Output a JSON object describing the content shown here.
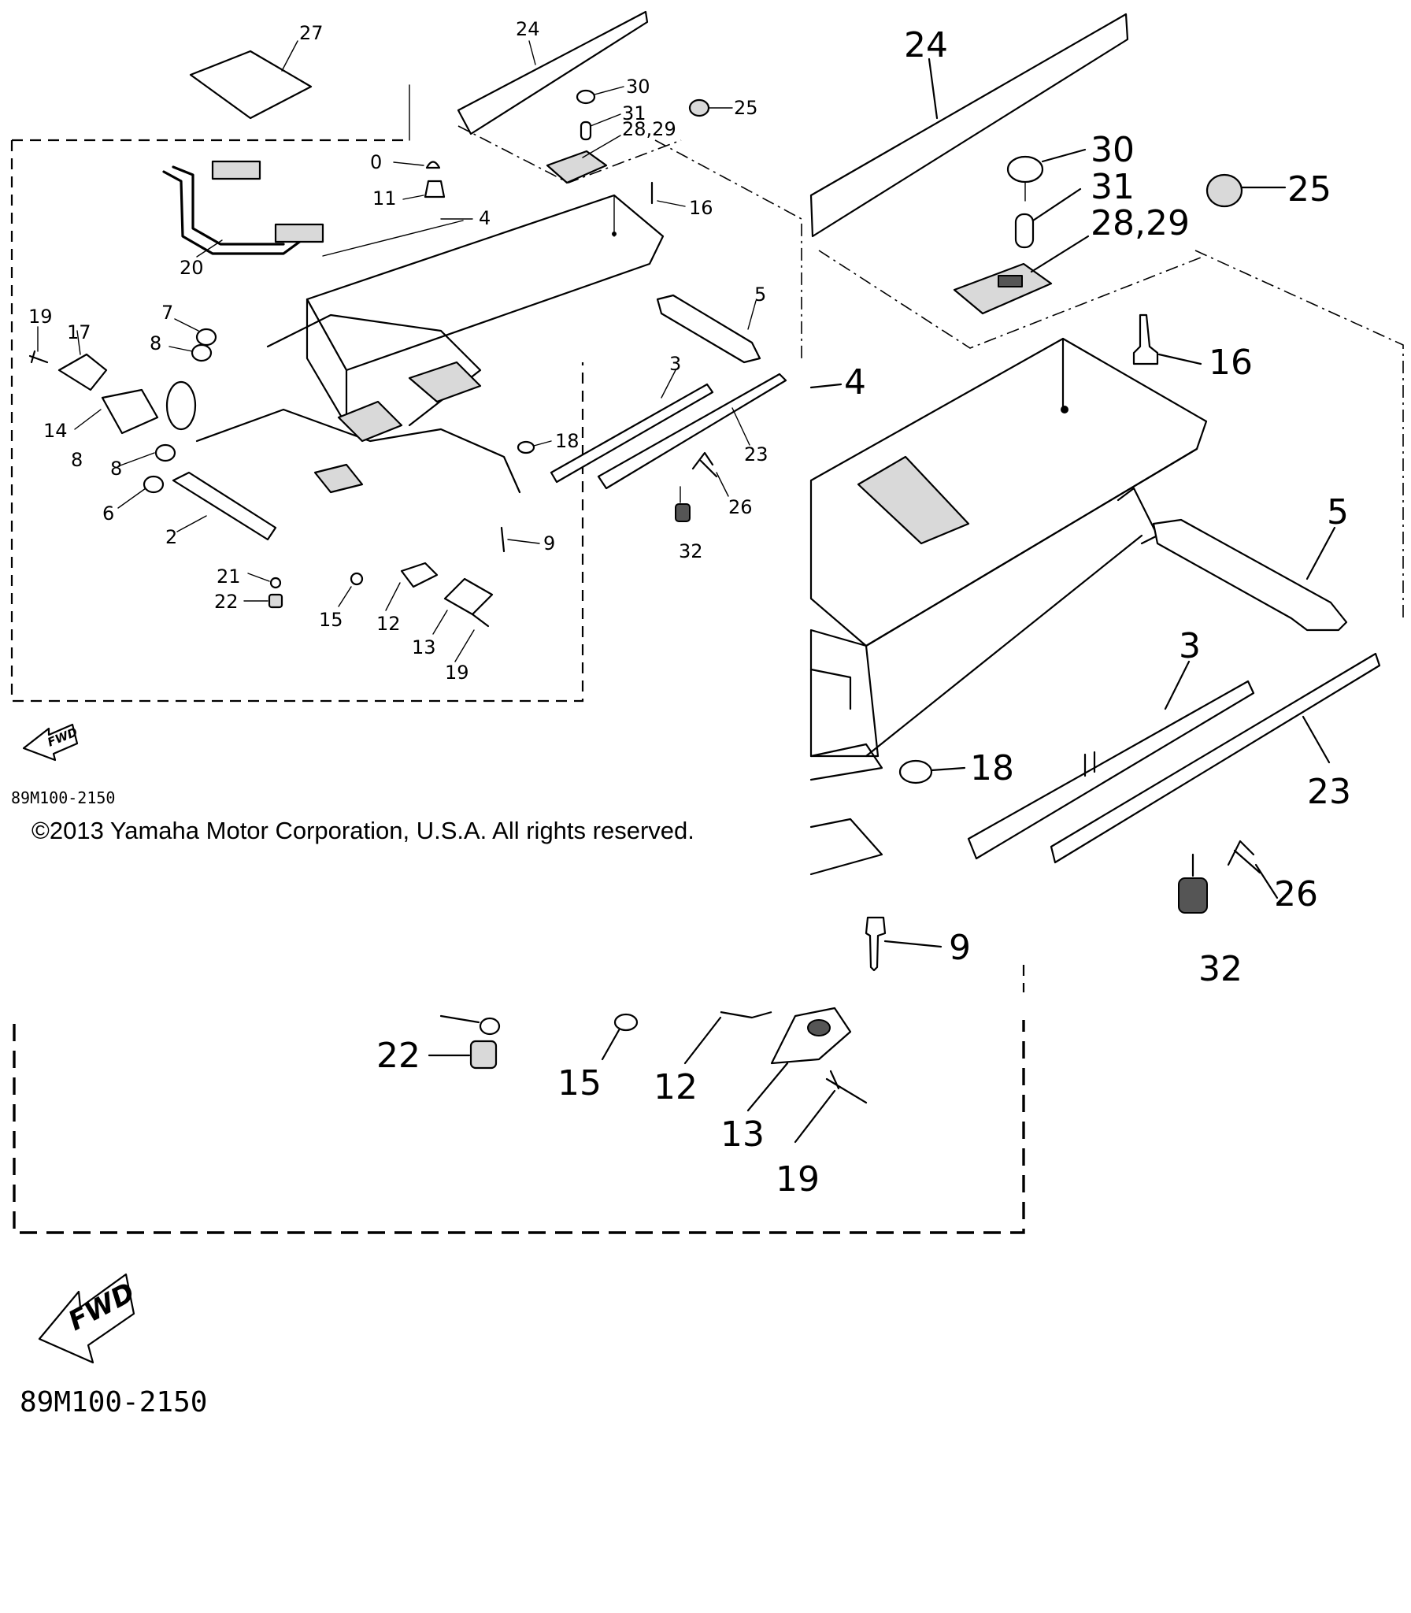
{
  "diagram": {
    "copyright": "©2013 Yamaha Motor Corporation, U.S.A. All rights reserved.",
    "diagram_code_overview": "89M100-2150",
    "diagram_code_detail": "89M100-2150",
    "fwd_label": "FWD",
    "overview_labels": {
      "p27": "27",
      "p24": "24",
      "p30": "30",
      "p31": "31",
      "p28_29": "28,29",
      "p25": "25",
      "p10": "0",
      "p11": "11",
      "p4": "4",
      "p16": "16",
      "p20": "20",
      "p7": "7",
      "p8a": "8",
      "p19a": "19",
      "p17": "17",
      "p14": "14",
      "p8b": "8",
      "p8c": "8",
      "p6": "6",
      "p5": "5",
      "p3": "3",
      "p18": "18",
      "p23": "23",
      "p26": "26",
      "p32": "32",
      "p2": "2",
      "p9": "9",
      "p21": "21",
      "p22": "22",
      "p15": "15",
      "p12": "12",
      "p13": "13",
      "p19b": "19"
    },
    "detail_labels": {
      "p24": "24",
      "p30": "30",
      "p31": "31",
      "p28_29": "28,29",
      "p25": "25",
      "p16": "16",
      "p4": "4",
      "p5": "5",
      "p3": "3",
      "p18": "18",
      "p23": "23",
      "p26": "26",
      "p32": "32",
      "p9": "9",
      "p22": "22",
      "p15": "15",
      "p12": "12",
      "p13": "13",
      "p19": "19"
    }
  }
}
